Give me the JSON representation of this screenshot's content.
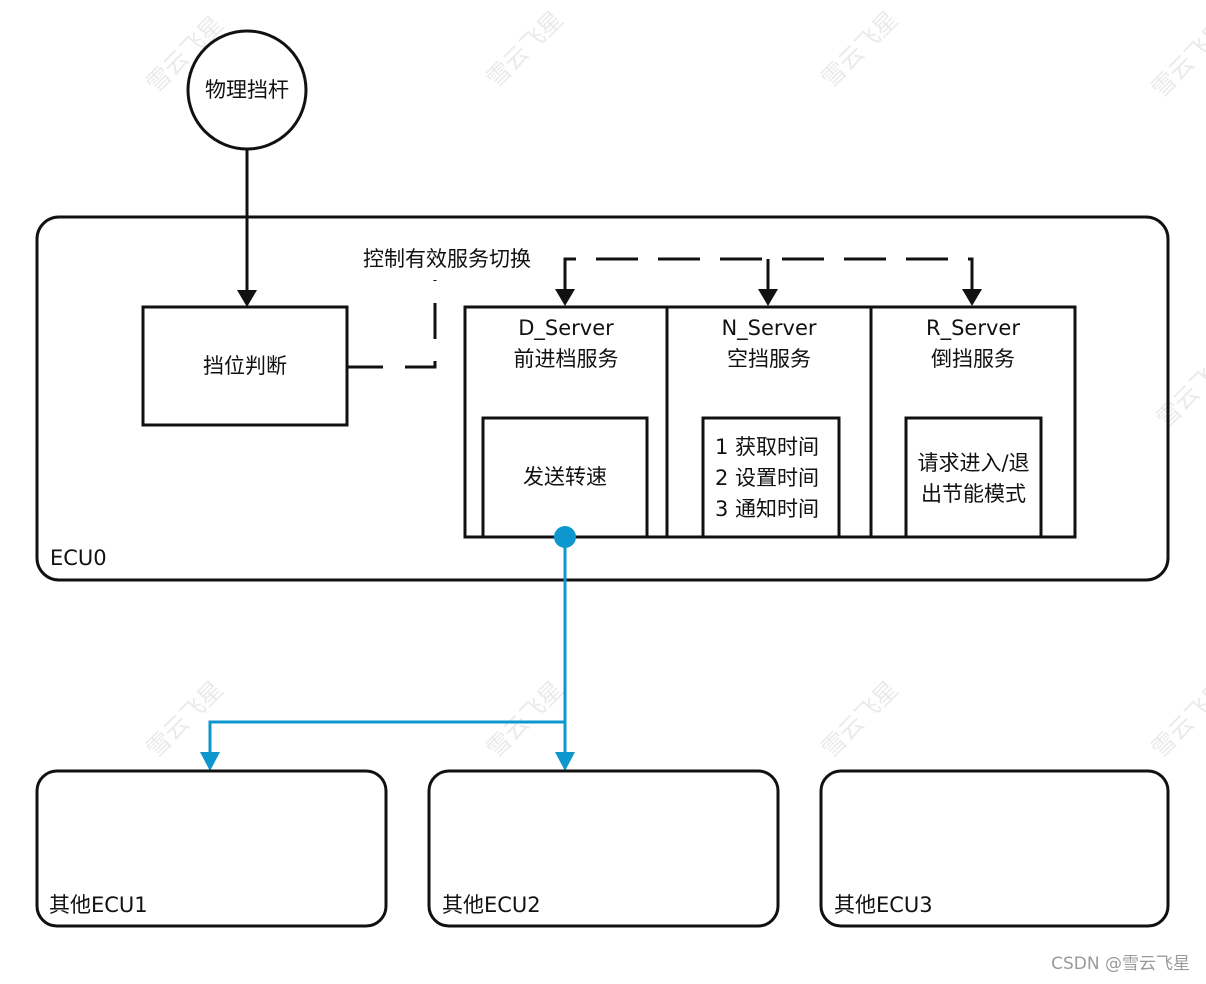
{
  "nodes": {
    "physical_lever": "物理挡杆",
    "gear_judge": "挡位判断",
    "ecu0_label": "ECU0",
    "switch_label": "控制有效服务切换",
    "d_server": {
      "name": "D_Server",
      "desc": "前进档服务",
      "function": "发送转速"
    },
    "n_server": {
      "name": "N_Server",
      "desc": "空挡服务",
      "functions": [
        "1 获取时间",
        "2 设置时间",
        "3 通知时间"
      ]
    },
    "r_server": {
      "name": "R_Server",
      "desc": "倒挡服务",
      "function_lines": [
        "请求进入/退",
        "出节能模式"
      ]
    },
    "ecu1": "其他ECU1",
    "ecu2": "其他ECU2",
    "ecu3": "其他ECU3"
  },
  "watermark": "雪云飞星",
  "credit": "CSDN @雪云飞星",
  "colors": {
    "stroke": "#111111",
    "accent": "#0e96cf"
  }
}
